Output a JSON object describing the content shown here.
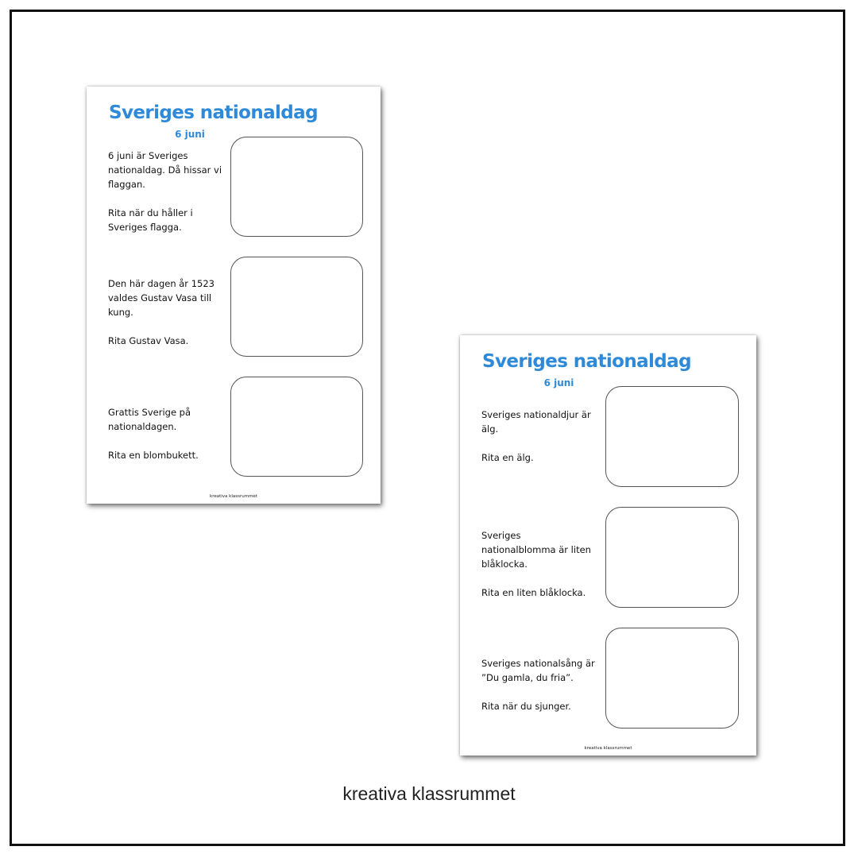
{
  "sheets": [
    {
      "title": "Sveriges nationaldag",
      "subtitle": "6 juni",
      "items": [
        {
          "text": "6 juni är Sveriges nationaldag. Då hissar vi flaggan.",
          "task": "Rita när du håller i Sveriges flagga."
        },
        {
          "text": "Den här dagen år 1523 valdes Gustav Vasa till kung.",
          "task": "Rita Gustav Vasa."
        },
        {
          "text": "Grattis Sverige på nationaldagen.",
          "task": "Rita en blombukett."
        }
      ],
      "footer": "kreativa klassrummet"
    },
    {
      "title": "Sveriges nationaldag",
      "subtitle": "6 juni",
      "items": [
        {
          "text": "Sveriges nationaldjur är älg.",
          "task": "Rita en älg."
        },
        {
          "text": "Sveriges nationalblomma är liten blåklocka.",
          "task": "Rita en liten blåklocka."
        },
        {
          "text": "Sveriges nationalsång är ”Du gamla, du fria”.",
          "task": "Rita när du sjunger."
        }
      ],
      "footer": "kreativa klassrummet"
    }
  ],
  "caption": "kreativa klassrummet",
  "colors": {
    "title_blue": "#2e8ad8",
    "frame_border": "#111111"
  }
}
